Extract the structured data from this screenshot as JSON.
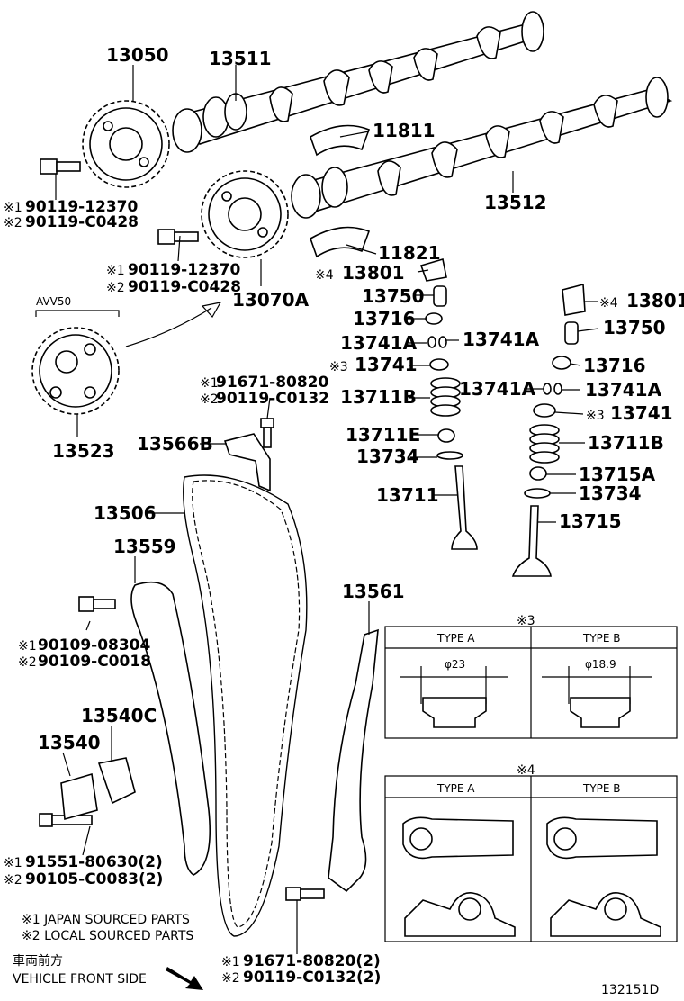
{
  "parts": {
    "p13050": "13050",
    "p13511": "13511",
    "p11811": "11811",
    "p13512": "13512",
    "p13070A": "13070A",
    "p11821": "11821",
    "p13801_a": "13801",
    "p13801_b": "13801",
    "p13750_a": "13750",
    "p13750_b": "13750",
    "p13716_a": "13716",
    "p13716_b": "13716",
    "p13741A_1": "13741A",
    "p13741A_2": "13741A",
    "p13741A_3": "13741A",
    "p13741A_4": "13741A",
    "p13741_a": "13741",
    "p13741_b": "13741",
    "p13711B_a": "13711B",
    "p13711B_b": "13711B",
    "p13711E": "13711E",
    "p13734_a": "13734",
    "p13734_b": "13734",
    "p13711": "13711",
    "p13715A": "13715A",
    "p13715": "13715",
    "p13523": "13523",
    "p13566B": "13566B",
    "p13506": "13506",
    "p13559": "13559",
    "p13561": "13561",
    "p13540C": "13540C",
    "p13540": "13540"
  },
  "prefix": {
    "m1": "※1",
    "m2": "※2",
    "m3": "※3",
    "m4": "※4"
  },
  "bolt_labels": {
    "b1_1": "90119-12370",
    "b1_2": "90119-C0428",
    "b2_1": "90119-12370",
    "b2_2": "90119-C0428",
    "b3_1": "91671-80820",
    "b3_2": "90119-C0132",
    "b4_1": "90109-08304",
    "b4_2": "90109-C0018",
    "b5_1": "91551-80630(2)",
    "b5_2": "90105-C0083(2)",
    "b6_1": "91671-80820(2)",
    "b6_2": "90119-C0132(2)"
  },
  "avv_label": "AVV50",
  "detail3": {
    "mark": "※3",
    "type_a": "TYPE A",
    "type_b": "TYPE B",
    "dim_a": "φ23",
    "dim_b": "φ18.9"
  },
  "detail4": {
    "mark": "※4",
    "type_a": "TYPE A",
    "type_b": "TYPE B"
  },
  "legend": {
    "line1": "※1 JAPAN SOURCED PARTS",
    "line2": "※2 LOCAL SOURCED PARTS"
  },
  "front": {
    "jp": "車両前方",
    "en": "VEHICLE FRONT SIDE"
  },
  "diagram_id": "132151D"
}
